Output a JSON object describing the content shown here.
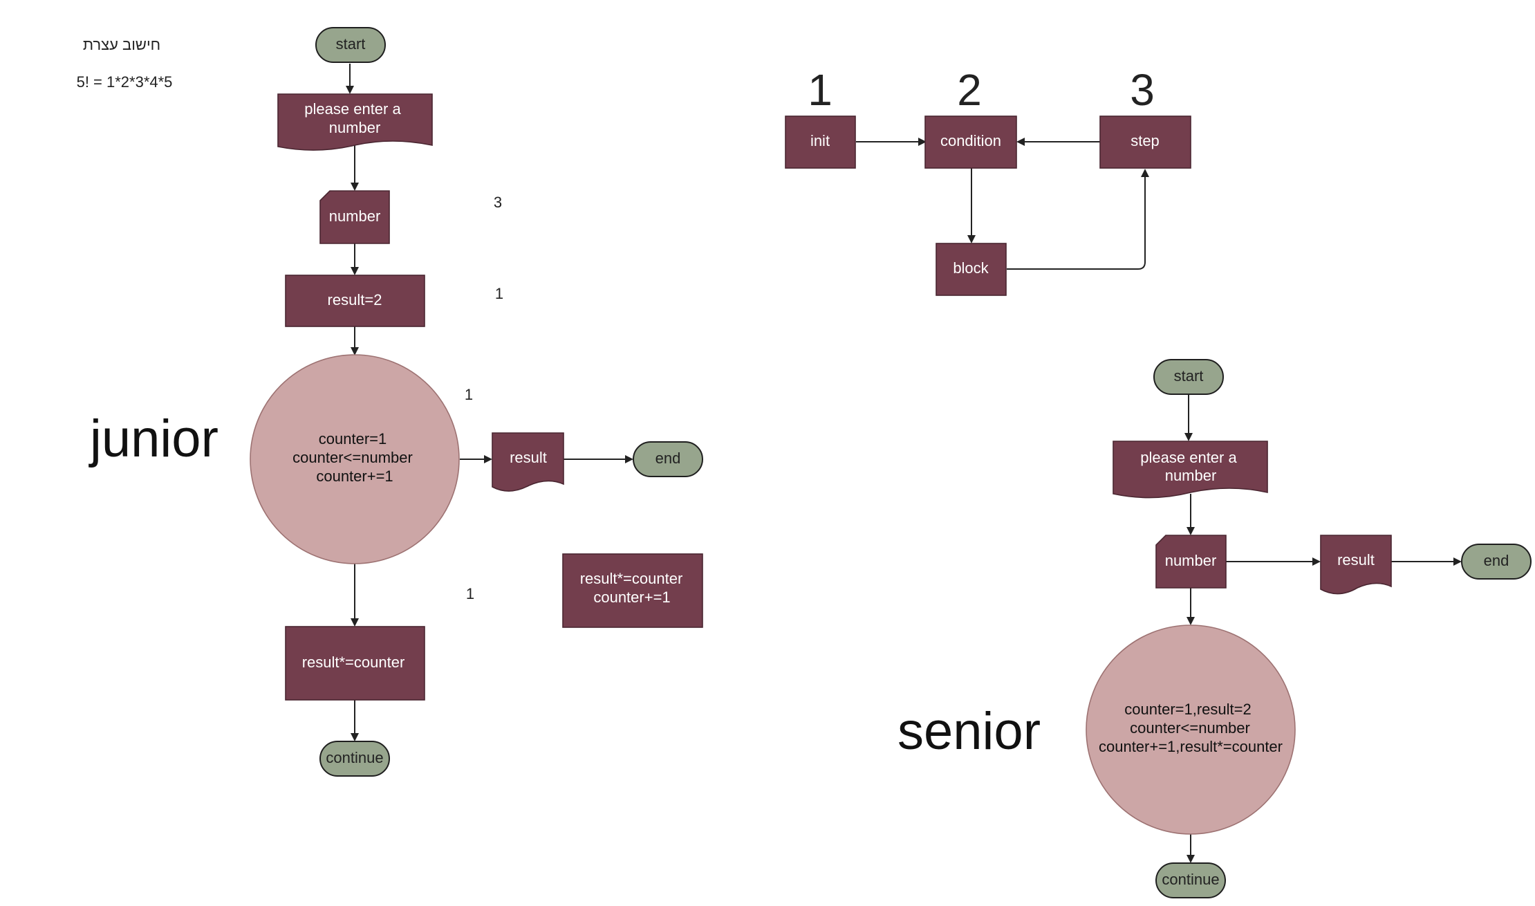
{
  "notes": {
    "hebrew_title": "חישוב עצרת",
    "example": "5! = 1*2*3*4*5"
  },
  "labels": {
    "junior": "junior",
    "senior": "senior",
    "loop_step_1": "1",
    "loop_step_2": "2",
    "loop_step_3": "3",
    "mark_number": "3",
    "mark_result": "1",
    "mark_loop": "1",
    "mark_body": "1"
  },
  "junior": {
    "start": "start",
    "input_prompt": [
      "please enter a",
      "number"
    ],
    "number": "number",
    "init_result": "result=2",
    "loop": [
      "counter=1",
      "counter<=number",
      "counter+=1"
    ],
    "output": "result",
    "end": "end",
    "body": "result*=counter",
    "continue": "continue",
    "extra_block": [
      "result*=counter",
      "counter+=1"
    ]
  },
  "loop_structure": {
    "init": "init",
    "condition": "condition",
    "step": "step",
    "block": "block"
  },
  "senior": {
    "start": "start",
    "input_prompt": [
      "please enter a",
      "number"
    ],
    "number": "number",
    "output": "result",
    "end": "end",
    "loop": [
      "counter=1,result=2",
      "counter<=number",
      "counter+=1,result*=counter"
    ],
    "continue": "continue"
  },
  "colors": {
    "dark_box": "#733e4d",
    "terminal": "#97a58d",
    "loop_circle": "#cca6a6",
    "box_text": "#ffffff",
    "terminal_text": "#222222",
    "edge": "#222222"
  }
}
